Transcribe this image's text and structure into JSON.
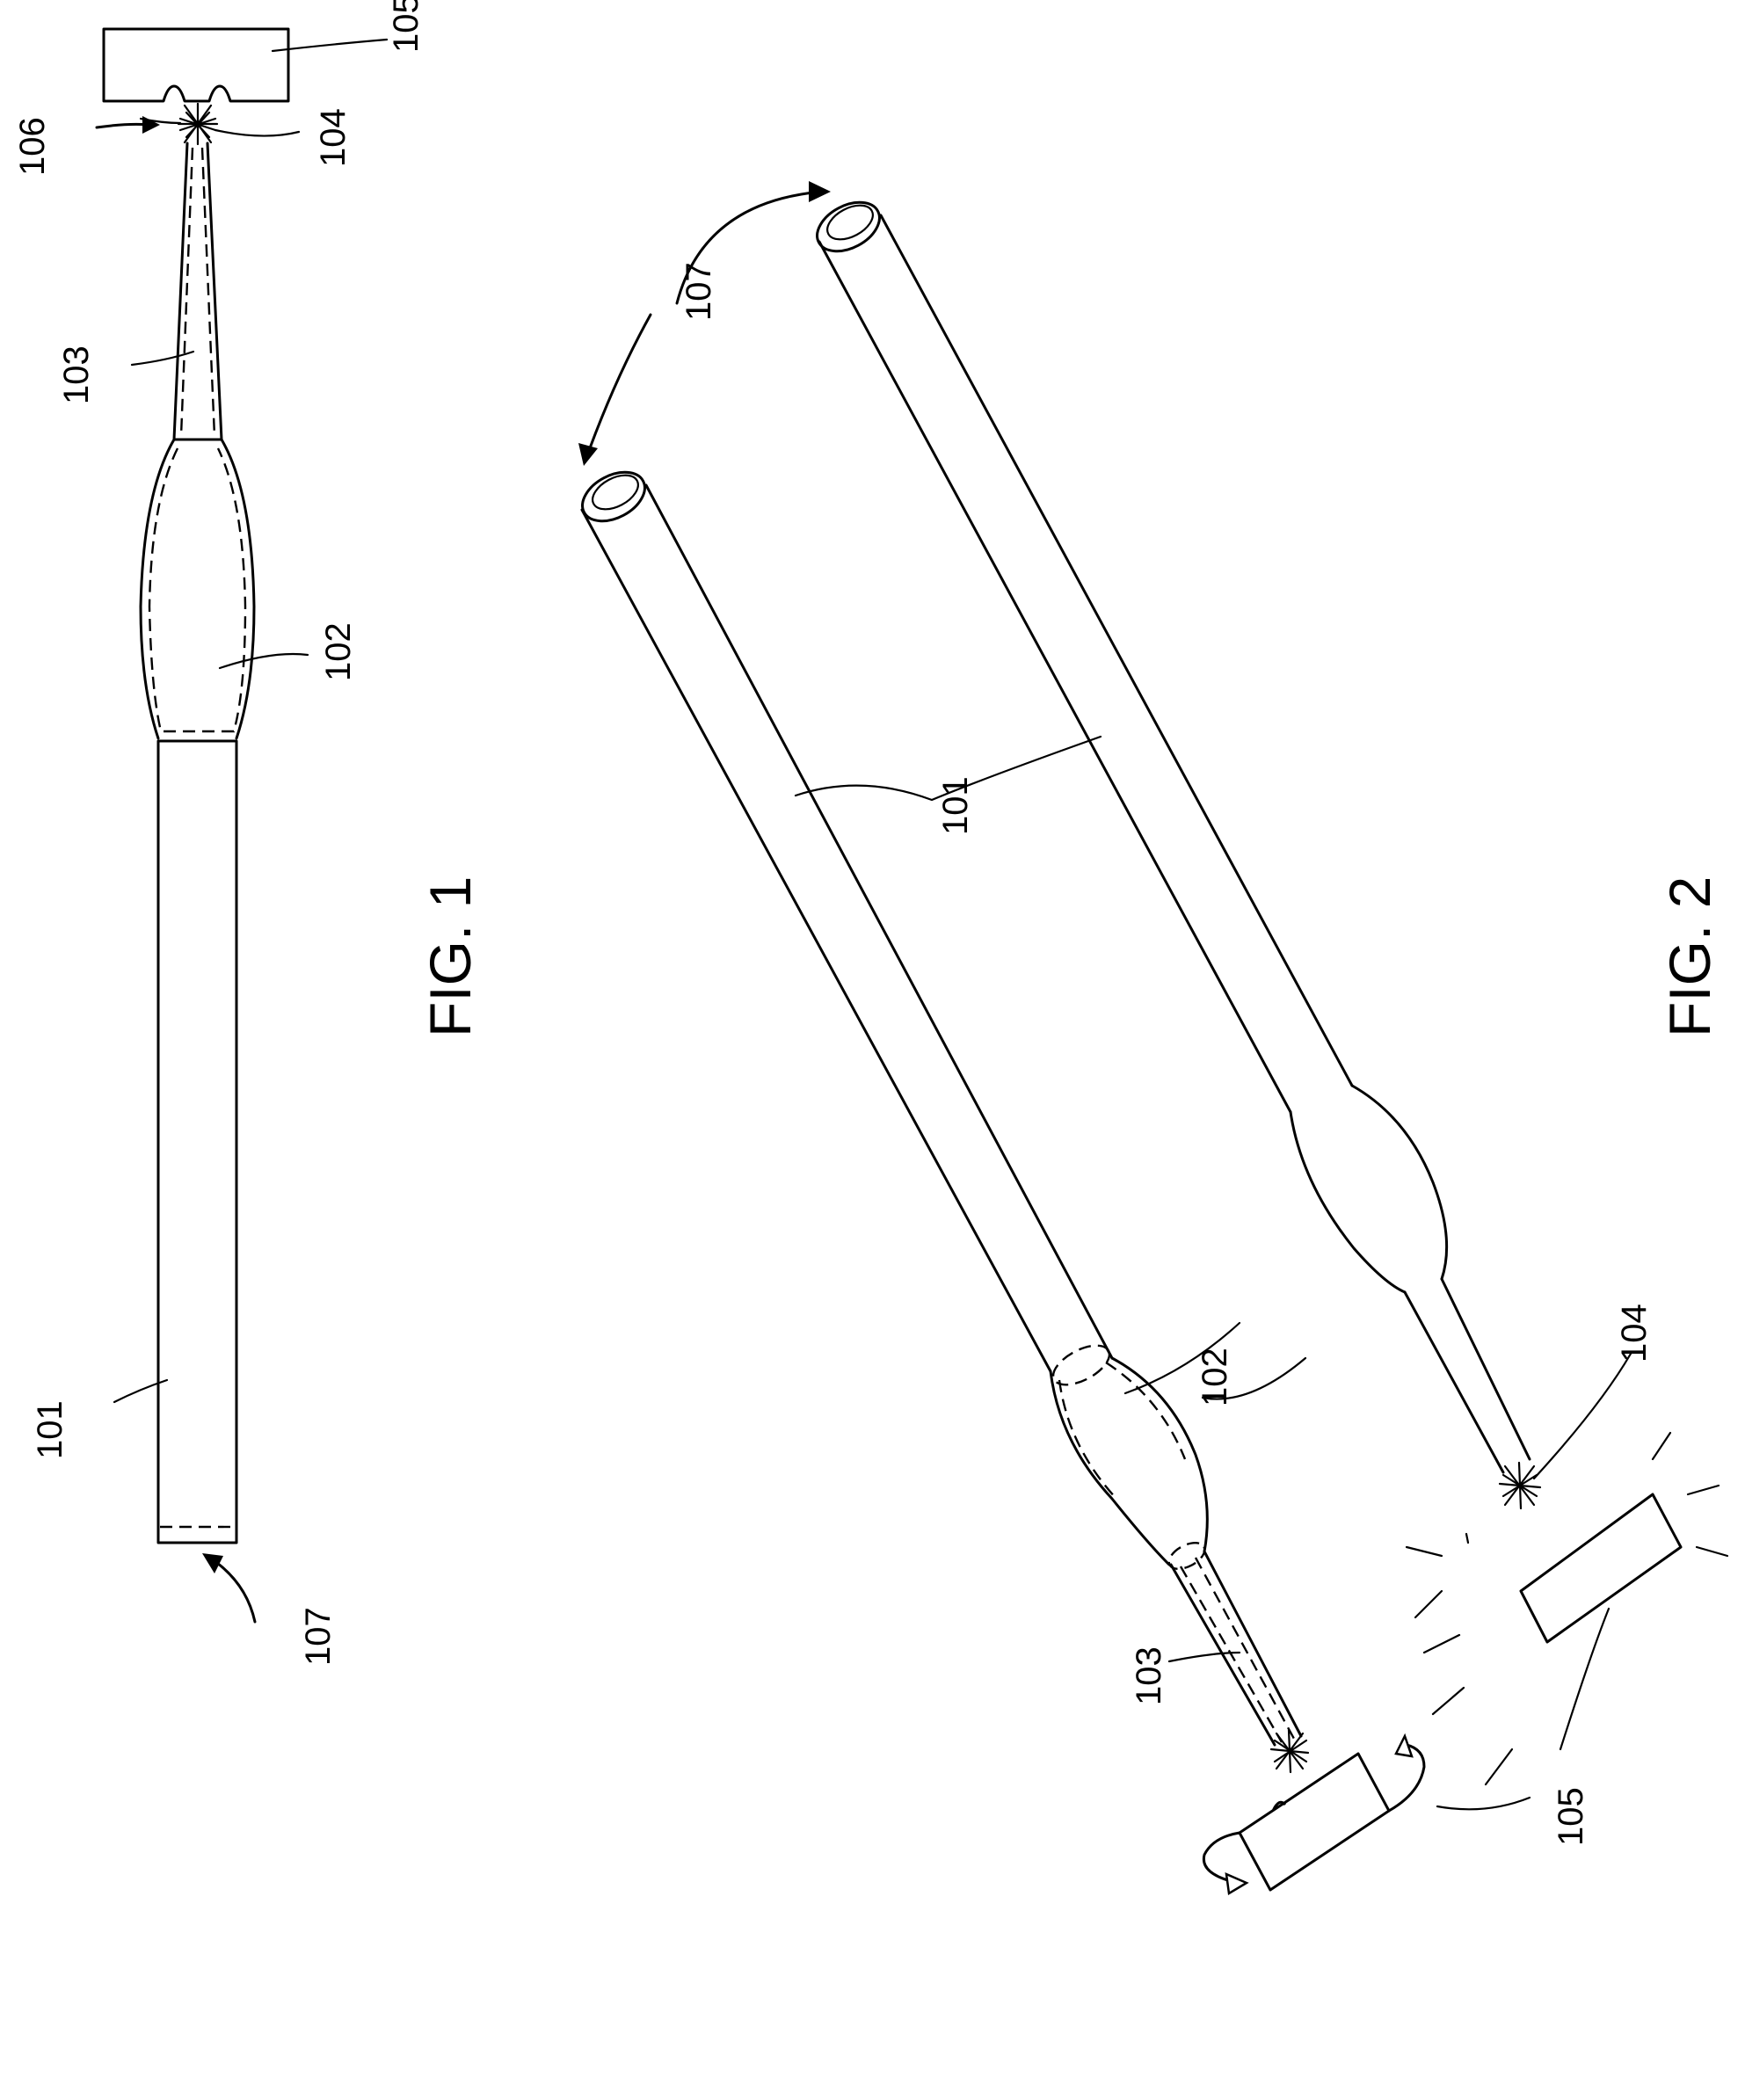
{
  "figures": {
    "fig1": {
      "caption": "FIG. 1",
      "labels": {
        "l101": "101",
        "l102": "102",
        "l103": "103",
        "l104": "104",
        "l105": "105",
        "l106": "106",
        "l107": "107"
      }
    },
    "fig2": {
      "caption": "FIG. 2",
      "labels": {
        "l101": "101",
        "l102": "102",
        "l103": "103",
        "l104": "104",
        "l105a": "105",
        "l105b": "105",
        "l107": "107"
      }
    }
  }
}
